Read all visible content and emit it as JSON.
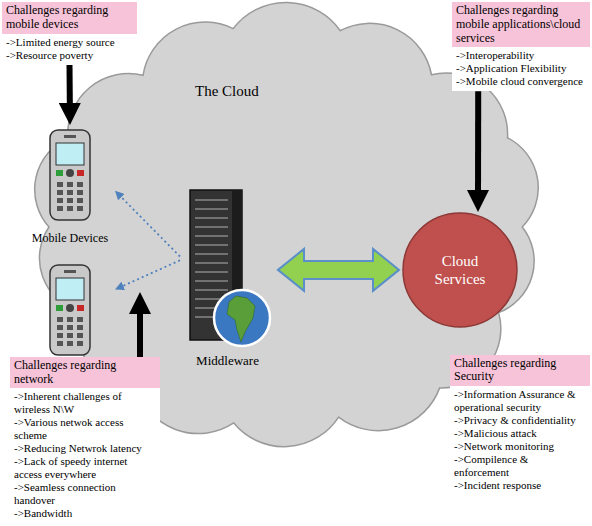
{
  "diagram": {
    "nodes": [
      {
        "text": [
          "Challenges regarding mobile devices",
          "->Limited energy source",
          "->Resource poverty"
        ]
      },
      {
        "text": [
          "Challenges regarding mobile applications\\cloud services",
          "->Interoperability",
          "->Application Flexibility",
          "->Mobile cloud convergence"
        ]
      },
      {
        "text": [
          "The Cloud"
        ]
      },
      {
        "text": [
          "Mobile Devices"
        ]
      },
      {
        "text": [
          "Middleware"
        ],
        "in": 2
      },
      {
        "text": [
          "Cloud Services"
        ],
        "in": 2
      },
      {
        "text": [
          "Challenges regarding Security",
          "->Information Assurance & operational security",
          "->Privacy & confidentiality",
          "->Malicious attack",
          "->Network monitoring",
          "->Compilence & enforcement",
          "->Incident response"
        ]
      },
      {
        "text": [
          "Challenges regarding network",
          "->Inherent challenges of wireless N\\W",
          "->Various netwok access scheme",
          "->Reducing Netwrok latency",
          "->Lack of speedy internet access everywhere",
          "->Seamless connection handover",
          "->Bandwidth"
        ]
      }
    ],
    "edges": [
      {
        "from": 0,
        "to": 3,
        "arrow": "to"
      },
      {
        "from": 1,
        "to": 5,
        "arrow": "to"
      },
      {
        "from": 4,
        "to": 5,
        "arrow": "both"
      },
      {
        "from": 4,
        "to": 3,
        "arrow": "to"
      },
      {
        "from": 4,
        "to": 3,
        "arrow": "to"
      }
    ]
  }
}
